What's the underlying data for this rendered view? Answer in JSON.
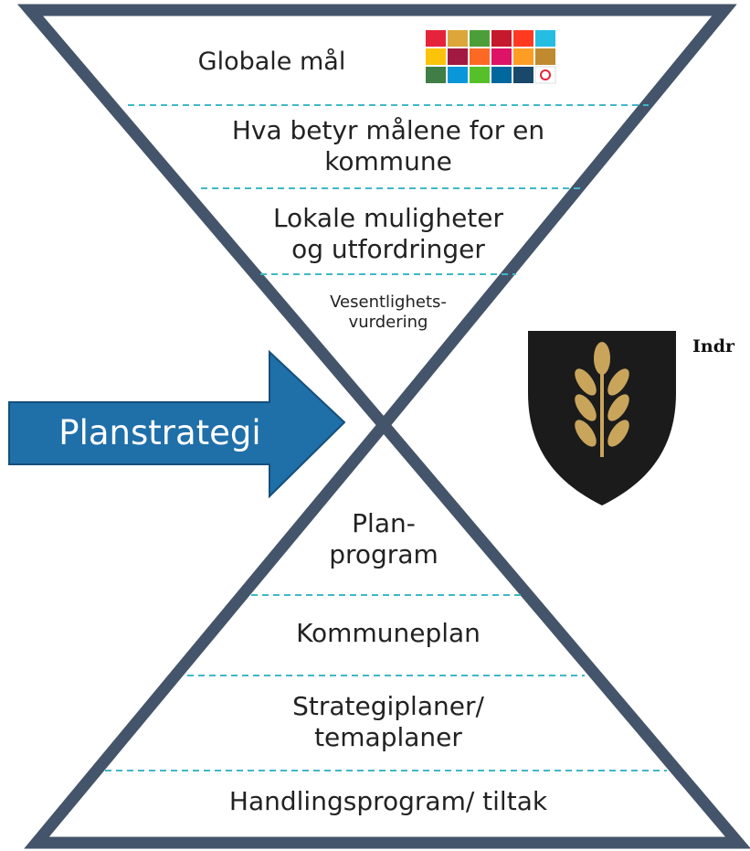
{
  "top_funnel": {
    "sections": [
      {
        "lines": [
          "Globale mål"
        ]
      },
      {
        "lines": [
          "Hva betyr målene for en",
          "kommune"
        ]
      },
      {
        "lines": [
          "Lokale muligheter",
          "og utfordringer"
        ]
      },
      {
        "lines": [
          "Vesentlighets-",
          "vurdering"
        ]
      }
    ]
  },
  "bottom_funnel": {
    "sections": [
      {
        "lines": [
          "Plan-",
          "program"
        ]
      },
      {
        "lines": [
          "Kommuneplan"
        ]
      },
      {
        "lines": [
          "Strategiplaner/",
          "temaplaner"
        ]
      },
      {
        "lines": [
          "Handlingsprogram/ tiltak"
        ]
      }
    ]
  },
  "arrow": {
    "label": "Planstrategi"
  },
  "organization": {
    "name": "Indr"
  },
  "colors": {
    "frame": "#44546a",
    "divider": "#3fb8c6",
    "arrow_fill": "#1f6fa9",
    "shield": "#1b1b1b",
    "emblem_gold": "#c9a55c"
  },
  "icons": {
    "sdg_grid": "sdg-goals-grid-icon",
    "shield": "coat-of-arms-shield-icon"
  }
}
